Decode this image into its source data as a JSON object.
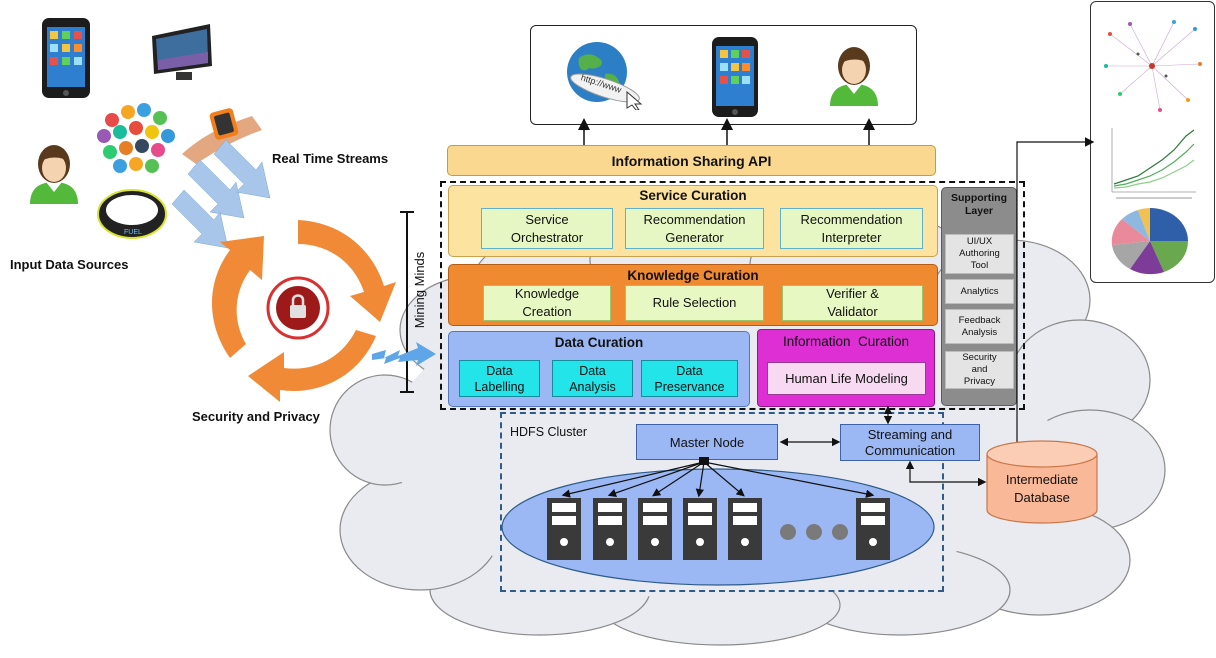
{
  "left": {
    "input_sources_label": "Input Data Sources",
    "real_time_label": "Real Time Streams",
    "security_label": "Security and Privacy",
    "mining_minds_label": "Mining Minds"
  },
  "api": {
    "label": "Information Sharing API"
  },
  "service": {
    "title": "Service Curation",
    "items": [
      [
        "Service",
        "Orchestrator"
      ],
      [
        "Recommendation",
        "Generator"
      ],
      [
        "Recommendation",
        "Interpreter"
      ]
    ]
  },
  "knowledge": {
    "title": "Knowledge Curation",
    "items": [
      [
        "Knowledge",
        "Creation"
      ],
      [
        "Rule Selection"
      ],
      [
        "Verifier &",
        "Validator"
      ]
    ]
  },
  "data_curation": {
    "title": "Data Curation",
    "items": [
      [
        "Data",
        "Labelling"
      ],
      [
        "Data",
        "Analysis"
      ],
      [
        "Data",
        "Preservance"
      ]
    ]
  },
  "info_curation": {
    "title": "Information  Curation",
    "item": "Human Life Modeling"
  },
  "supporting": {
    "title": [
      "Supporting",
      "Layer"
    ],
    "items": [
      [
        "UI/UX",
        "Authoring",
        "Tool"
      ],
      [
        "Analytics"
      ],
      [
        "Feedback",
        "Analysis"
      ],
      [
        "Security",
        "and",
        "Privacy"
      ]
    ]
  },
  "hdfs": {
    "label": "HDFS Cluster",
    "master": "Master Node",
    "streaming": [
      "Streaming and",
      "Communication"
    ],
    "database": [
      "Intermediate",
      "Database"
    ]
  },
  "icons": [
    "smartphone-icon",
    "tv-icon",
    "smartwatch-icon",
    "person-icon",
    "fitness-band-icon",
    "app-cloud-icon",
    "globe-icon",
    "lock-icon",
    "server-icon"
  ],
  "colors": {
    "api": "#fbd88f",
    "service": "#fde3a0",
    "knowledge": "#ef8a30",
    "data": "#9bb8f4",
    "info": "#dd2fd4",
    "supporting": "#8c8c8c",
    "cloud": "#e9ebf1",
    "database": "#f9b898"
  }
}
